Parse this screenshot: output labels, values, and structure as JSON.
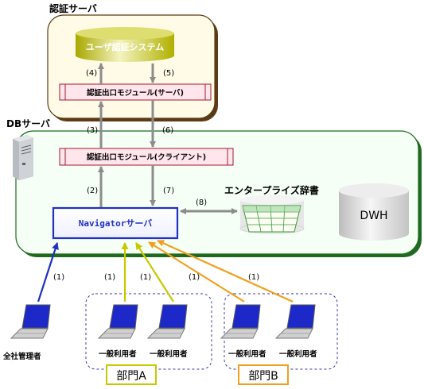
{
  "auth_server": {
    "title": "認証サーバ",
    "system_label": "ユーザ認証システム",
    "module_label": "認証出口モジュール(サーバ)"
  },
  "db_server": {
    "title": "DBサーバ",
    "module_label": "認証出口モジュール(クライアント)",
    "navigator_label": "Navigatorサーバ",
    "dictionary_label": "エンタープライズ辞書",
    "dwh_label": "DWH"
  },
  "steps": [
    "(1)",
    "(2)",
    "(3)",
    "(4)",
    "(5)",
    "(6)",
    "(7)",
    "(8)"
  ],
  "users": {
    "admin_label": "全社管理者",
    "general_label": "一般利用者"
  },
  "departments": {
    "a_label": "部門A",
    "b_label": "部門B"
  },
  "colors": {
    "auth_border": "#5c3a14",
    "auth_fill": "#fffbe6",
    "db_border": "#1f6a1f",
    "db_fill": "#f5fff5",
    "navigator_border": "#2030c0",
    "arrow_gray": "#8c8c8c",
    "arrow_blue": "#2030c0",
    "arrow_yellow": "#c8c800",
    "arrow_orange": "#f0a020",
    "dept_a": "#c8c800",
    "dept_b": "#f0a020"
  }
}
